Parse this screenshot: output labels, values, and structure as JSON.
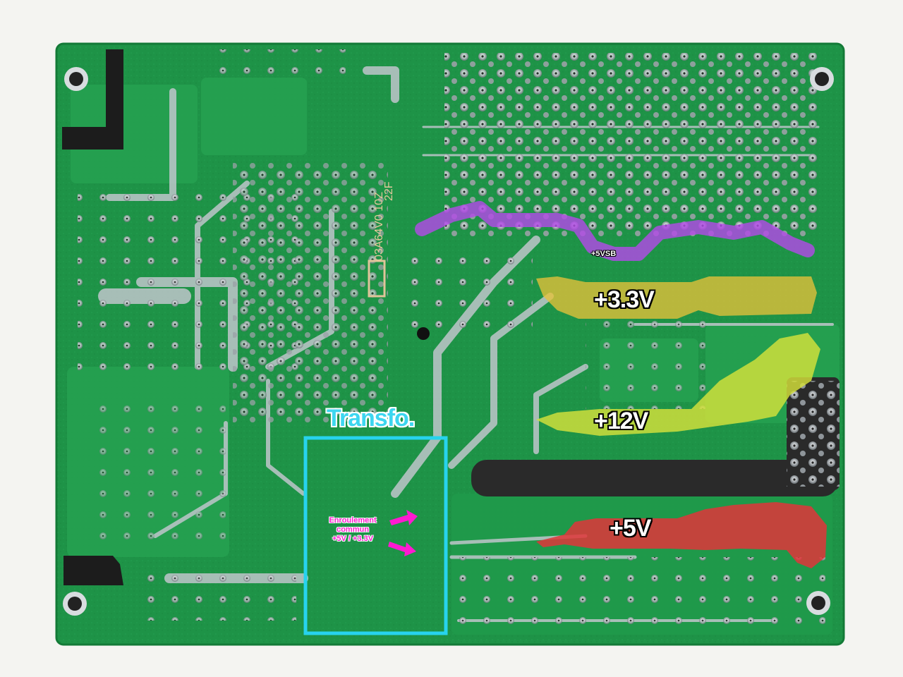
{
  "photo": {
    "subject": "printed-circuit-board-solder-side"
  },
  "board": {
    "silkscreen": {
      "line1": "22F",
      "line2": "03A64V0 10Z"
    }
  },
  "annotations": {
    "rail_5vsb": "+5VSB",
    "rail_3v3": "+3.3V",
    "rail_12v": "+12V",
    "rail_5v": "+5V",
    "transformer": "Transfo.",
    "winding_line1": "Enroulement",
    "winding_line2": "commun",
    "winding_line3": "+5V / +3.3V"
  },
  "colors": {
    "board": "#1f9448",
    "rail_5vsb": "#b24be6",
    "rail_3v3": "#e6c23a",
    "rail_12v": "#d6e23a",
    "rail_5v": "#e0353a",
    "transformer_box": "#27d3ee",
    "winding_text": "#ff1ad1"
  }
}
